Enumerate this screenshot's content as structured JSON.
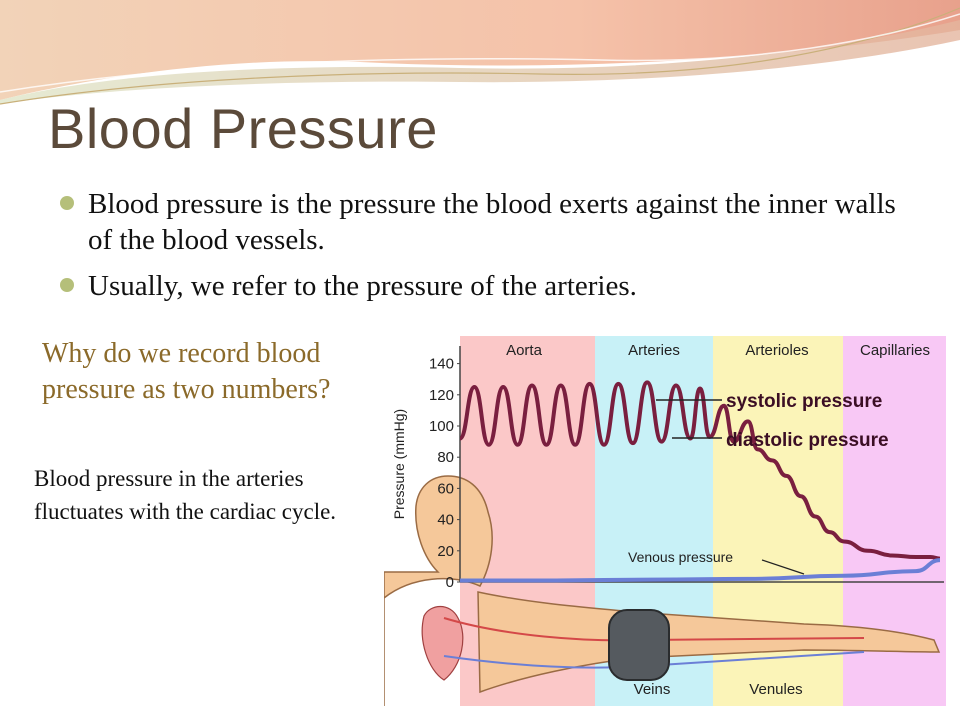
{
  "slide": {
    "title": "Blood Pressure",
    "bullets": [
      "Blood pressure is the pressure the blood exerts against the inner walls of the blood vessels.",
      "Usually, we refer to the pressure of the arteries."
    ],
    "question": "Why do we record blood pressure as two numbers?",
    "answer": "Blood pressure in the arteries fluctuates with the cardiac cycle."
  },
  "colors": {
    "title": "#5b4a3a",
    "question": "#8b6a2a",
    "bullet_dot": "#b5bf7a",
    "aorta_band": "#fbc8c8",
    "arteries_band": "#c8f1f7",
    "arterioles_band": "#fbf4b8",
    "capillaries_band": "#f8c8f5",
    "pressure_curve": "#7a1f3f",
    "venous_curve": "#6b7fd6",
    "skin": "#f5c89a"
  },
  "chart_data": {
    "type": "line",
    "ylabel": "Pressure (mmHg)",
    "ylim": [
      0,
      150
    ],
    "yticks": [
      0,
      20,
      40,
      60,
      80,
      100,
      120,
      140
    ],
    "regions": [
      "Aorta",
      "Arteries",
      "Arterioles",
      "Capillaries"
    ],
    "bottom_labels": [
      "Veins",
      "Venules"
    ],
    "annotations": [
      "systolic pressure",
      "diastolic pressure",
      "Venous pressure"
    ],
    "series": [
      {
        "key": "arterial",
        "points": [
          [
            0,
            92
          ],
          [
            0.03,
            125
          ],
          [
            0.06,
            88
          ],
          [
            0.09,
            125
          ],
          [
            0.12,
            88
          ],
          [
            0.15,
            126
          ],
          [
            0.18,
            88
          ],
          [
            0.21,
            126
          ],
          [
            0.24,
            88
          ],
          [
            0.27,
            127
          ],
          [
            0.3,
            88
          ],
          [
            0.33,
            127
          ],
          [
            0.36,
            89
          ],
          [
            0.39,
            128
          ],
          [
            0.42,
            90
          ],
          [
            0.45,
            126
          ],
          [
            0.48,
            92
          ],
          [
            0.5,
            124
          ],
          [
            0.52,
            93
          ],
          [
            0.55,
            113
          ],
          [
            0.57,
            90
          ],
          [
            0.6,
            103
          ],
          [
            0.62,
            85
          ],
          [
            0.65,
            78
          ],
          [
            0.68,
            68
          ],
          [
            0.71,
            55
          ],
          [
            0.74,
            42
          ],
          [
            0.77,
            32
          ],
          [
            0.8,
            26
          ],
          [
            0.85,
            20
          ],
          [
            0.9,
            17
          ],
          [
            0.95,
            16
          ],
          [
            0.98,
            16
          ],
          [
            1,
            15
          ]
        ]
      },
      {
        "key": "venous",
        "points": [
          [
            0,
            1
          ],
          [
            0.2,
            1
          ],
          [
            0.4,
            1.5
          ],
          [
            0.6,
            2
          ],
          [
            0.8,
            4
          ],
          [
            0.95,
            7
          ],
          [
            1,
            14
          ]
        ]
      }
    ]
  }
}
